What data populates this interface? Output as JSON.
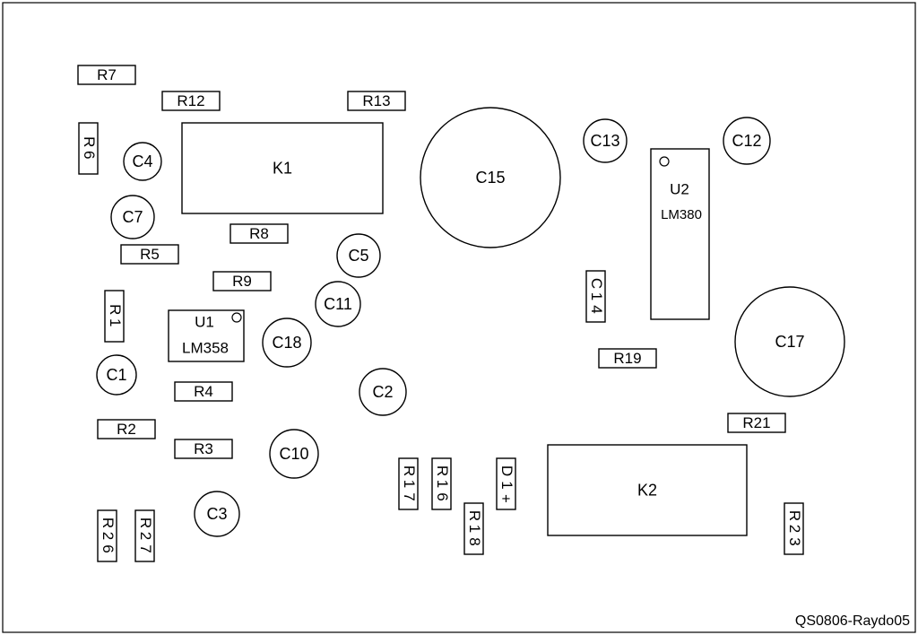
{
  "resistors": [
    {
      "id": "r7",
      "label": "R7"
    },
    {
      "id": "r12",
      "label": "R12"
    },
    {
      "id": "r13",
      "label": "R13"
    },
    {
      "id": "r6",
      "label": "R6"
    },
    {
      "id": "r8",
      "label": "R8"
    },
    {
      "id": "r5",
      "label": "R5"
    },
    {
      "id": "r9",
      "label": "R9"
    },
    {
      "id": "r1",
      "label": "R1"
    },
    {
      "id": "r4",
      "label": "R4"
    },
    {
      "id": "r2",
      "label": "R2"
    },
    {
      "id": "r3",
      "label": "R3"
    },
    {
      "id": "r26",
      "label": "R26"
    },
    {
      "id": "r27",
      "label": "R27"
    },
    {
      "id": "r17",
      "label": "R17"
    },
    {
      "id": "r16",
      "label": "R16"
    },
    {
      "id": "r18",
      "label": "R18"
    },
    {
      "id": "r19",
      "label": "R19"
    },
    {
      "id": "r21",
      "label": "R21"
    },
    {
      "id": "r23",
      "label": "R23"
    }
  ],
  "capacitors": [
    {
      "id": "c4",
      "label": "C4"
    },
    {
      "id": "c7",
      "label": "C7"
    },
    {
      "id": "c15",
      "label": "C15"
    },
    {
      "id": "c13",
      "label": "C13"
    },
    {
      "id": "c12",
      "label": "C12"
    },
    {
      "id": "c5",
      "label": "C5"
    },
    {
      "id": "c11",
      "label": "C11"
    },
    {
      "id": "c18",
      "label": "C18"
    },
    {
      "id": "c1",
      "label": "C1"
    },
    {
      "id": "c2",
      "label": "C2"
    },
    {
      "id": "c10",
      "label": "C10"
    },
    {
      "id": "c3",
      "label": "C3"
    },
    {
      "id": "c17",
      "label": "C17"
    },
    {
      "id": "c14",
      "label": "C14"
    }
  ],
  "relays": [
    {
      "id": "k1",
      "label": "K1"
    },
    {
      "id": "k2",
      "label": "K2"
    }
  ],
  "ics": [
    {
      "id": "u1",
      "label": "U1",
      "part": "LM358"
    },
    {
      "id": "u2",
      "label": "U2",
      "part": "LM380"
    }
  ],
  "diodes": [
    {
      "id": "d1",
      "label": "D1",
      "polarity": "+"
    }
  ],
  "footer": {
    "credit": "QS0806-Raydo05"
  }
}
